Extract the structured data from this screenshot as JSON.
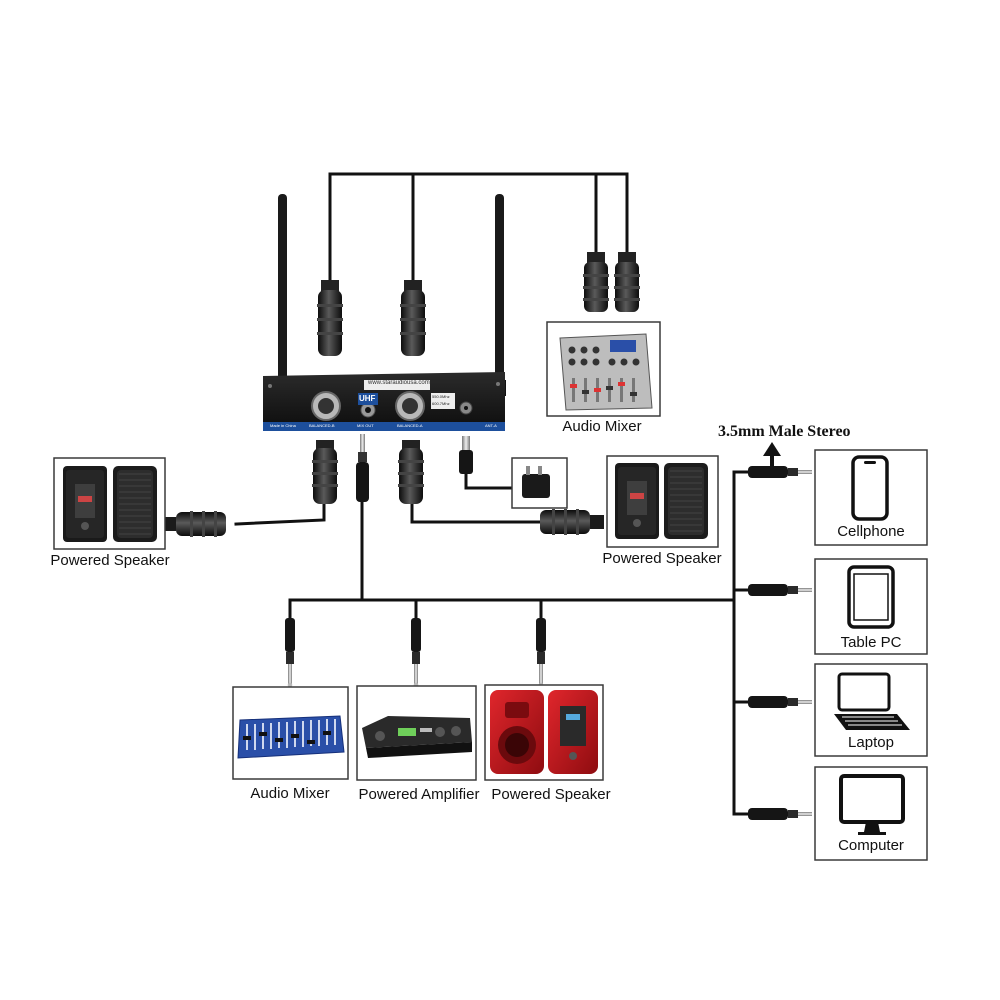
{
  "receiver": {
    "url_label": "www.staraudiousa.com",
    "badge": "UHF",
    "made_in": "Made in China",
    "port_b": "BALANCED-B",
    "port_mix": "MIX OUT",
    "port_a": "BALANCED-A",
    "port_ant": "ANT-A",
    "freq_a": "550.0Mhz",
    "freq_b": "600.7Mhz"
  },
  "labels": {
    "audio_mixer_top": "Audio Mixer",
    "stereo": "3.5mm Male Stereo",
    "speaker_left": "Powered Speaker",
    "speaker_right": "Powered Speaker",
    "cellphone": "Cellphone",
    "tablet": "Table PC",
    "laptop": "Laptop",
    "computer": "Computer",
    "audio_mixer_bottom": "Audio Mixer",
    "amplifier": "Powered Amplifier",
    "speaker_red": "Powered Speaker"
  },
  "colors": {
    "cable": "#111111",
    "frame": "#3a3a3a",
    "port_strip": "#1d4f9c",
    "speaker_red": "#c8141c",
    "mixer_blue": "#2a4fa8"
  }
}
